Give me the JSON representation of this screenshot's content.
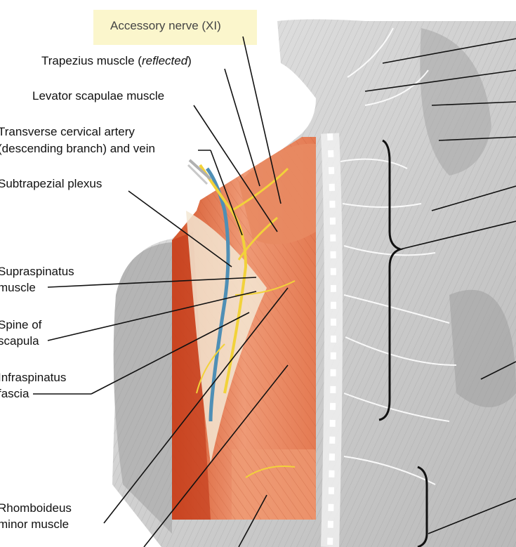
{
  "labels": {
    "accessory": "Accessory nerve (XI)",
    "trapezius_prefix": "Trapezius muscle (",
    "trapezius_italic": "reflected",
    "trapezius_suffix": ")",
    "levator": "Levator scapulae muscle",
    "tca_line1": "Transverse cervical artery",
    "tca_line2": "(descending branch) and vein",
    "subtrapezial": "Subtrapezial plexus",
    "supraspinatus_line1": "Supraspinatus",
    "supraspinatus_line2": "muscle",
    "spine_line1": "Spine of",
    "spine_line2": "scapula",
    "infraspinatus_line1": "Infraspinatus",
    "infraspinatus_line2": "fascia",
    "rhomboideus_line1": "Rhomboideus",
    "rhomboideus_line2": "minor muscle"
  },
  "colors": {
    "highlight": "#fbf6cc",
    "muscle": "#e2714a",
    "muscle_dark": "#c2411f",
    "nerve": "#f2d23a",
    "vein": "#4f8fb5",
    "skin_gray": "#c9c9c9",
    "bone": "#f1e6d2"
  }
}
